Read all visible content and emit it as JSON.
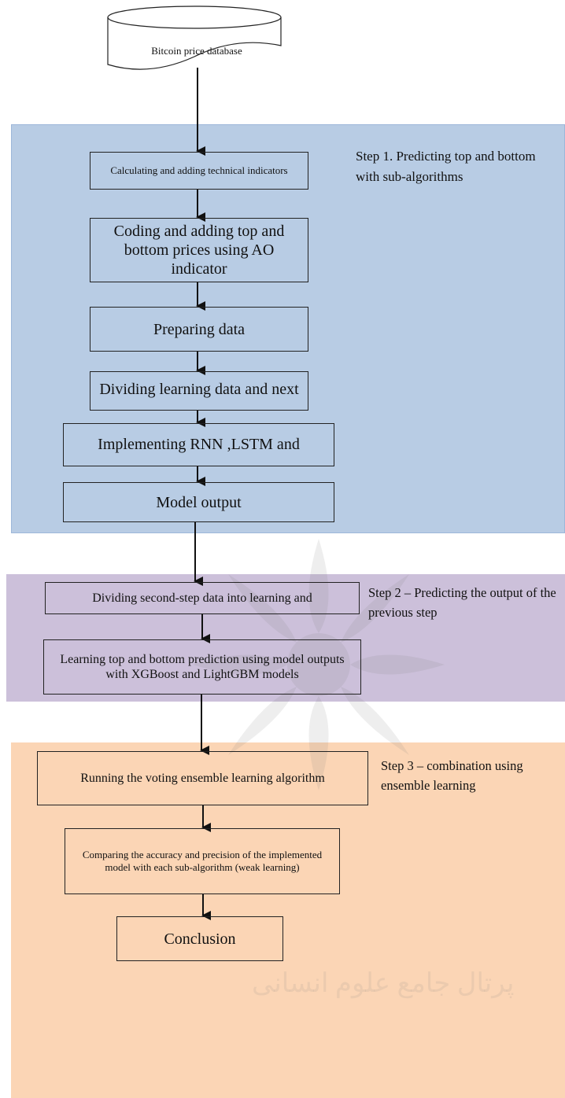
{
  "database": {
    "label": "Bitcoin price database"
  },
  "steps": [
    {
      "label": "Step 1. Predicting top and bottom with sub-algorithms"
    },
    {
      "label": "Step 2 – Predicting the output of the previous step"
    },
    {
      "label": "Step 3 – combination using ensemble learning"
    }
  ],
  "boxes": {
    "indicators": "Calculating and adding technical indicators",
    "coding": "Coding and adding top and bottom prices using AO indicator",
    "preparing": "Preparing data",
    "dividing": "Dividing learning data and next",
    "implementing": "Implementing RNN ,LSTM and",
    "model_output": "Model output",
    "dividing_second": "Dividing second-step data into learning and",
    "learning_top": "Learning top and bottom prediction using model outputs with XGBoost and LightGBM models",
    "voting": "Running the voting ensemble learning algorithm",
    "comparing": "Comparing the accuracy and precision of the implemented model with each sub-algorithm (weak learning)",
    "conclusion": "Conclusion"
  },
  "watermark": {
    "text": "پرتال جامع علوم انسانی"
  },
  "colors": {
    "step1": "#b8cce4",
    "step2": "#ccc0da",
    "step3": "#fbd5b5",
    "line": "#111111"
  }
}
